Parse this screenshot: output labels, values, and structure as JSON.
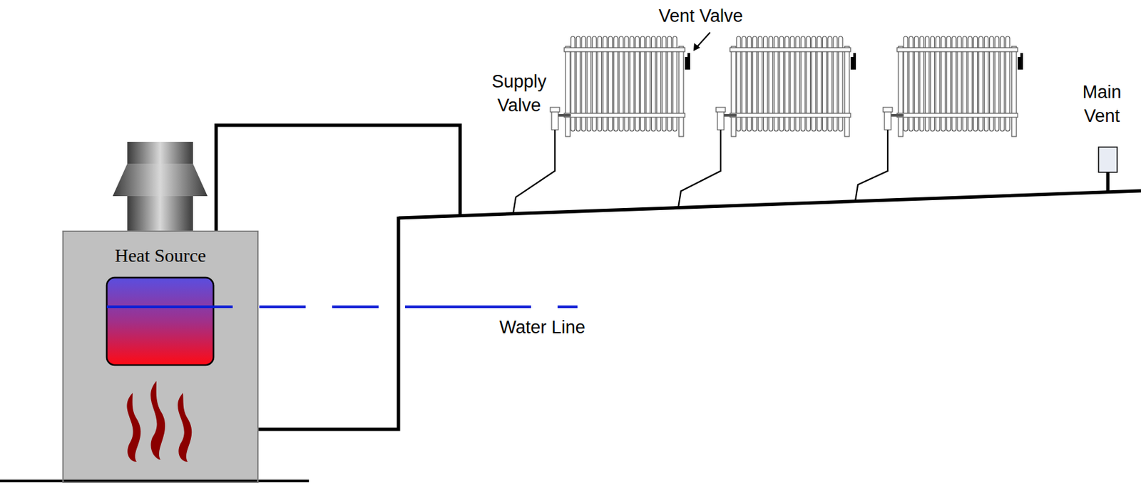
{
  "diagram": {
    "nodes": [
      {
        "text": [
          "Heat Source"
        ]
      }
    ],
    "labels": [
      "Vent Valve",
      "Supply Valve",
      "Main Vent",
      "Water Line"
    ]
  }
}
